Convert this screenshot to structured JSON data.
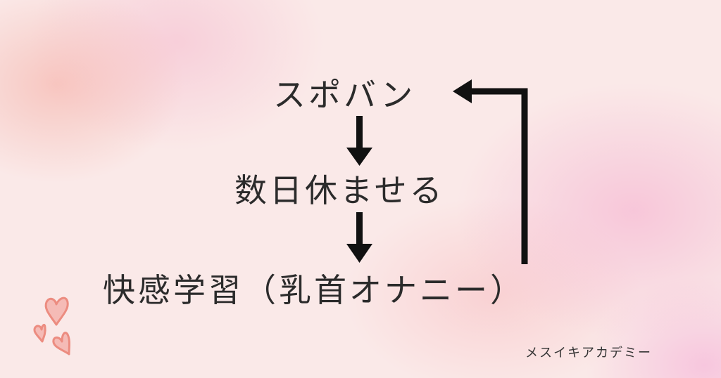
{
  "steps": [
    "スポバン",
    "数日休ませる",
    "快感学習（乳首オナニー）"
  ],
  "brand": "メスイキアカデミー",
  "colors": {
    "arrow": "#111111",
    "heart": "#ec8c80"
  }
}
